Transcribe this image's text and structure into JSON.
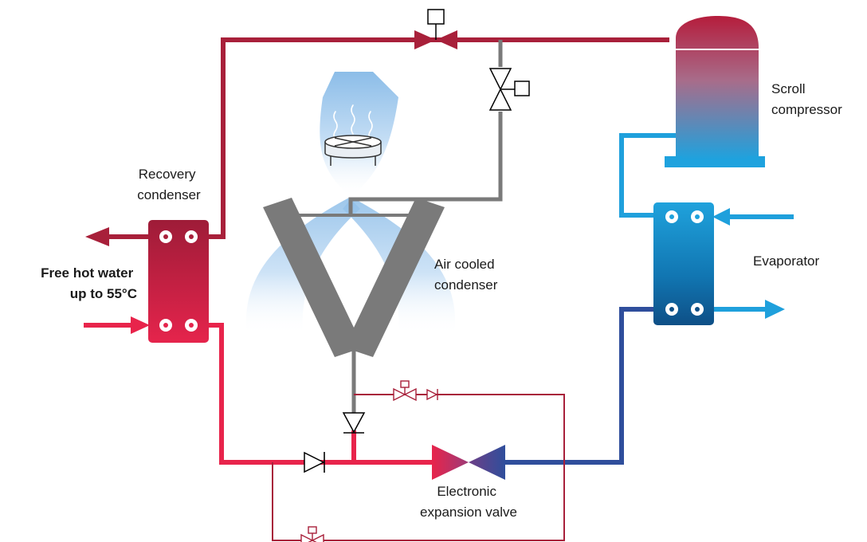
{
  "labels": {
    "recovery_condenser": [
      "Recovery",
      "condenser"
    ],
    "free_hot_water": [
      "Free hot water",
      "up to 55°C"
    ],
    "air_cooled_condenser": [
      "Air cooled",
      "condenser"
    ],
    "scroll_compressor": [
      "Scroll",
      "compressor"
    ],
    "evaporator": "Evaporator",
    "expansion_valve": [
      "Electronic",
      "expansion valve"
    ]
  },
  "colors": {
    "hot_gas": "#a8203a",
    "liquid": "#e8244b",
    "cold": "#2f4e9c",
    "suction": "#1fa0dc",
    "condenser_gray": "#7a7a7a",
    "air_plume": "#9cc8ee"
  },
  "components": {
    "compressor_icon": "scroll-compressor-icon",
    "fan_icon": "fan-icon",
    "check_valve_icon": "check-valve-icon",
    "solenoid_valve_icon": "solenoid-valve-icon"
  }
}
